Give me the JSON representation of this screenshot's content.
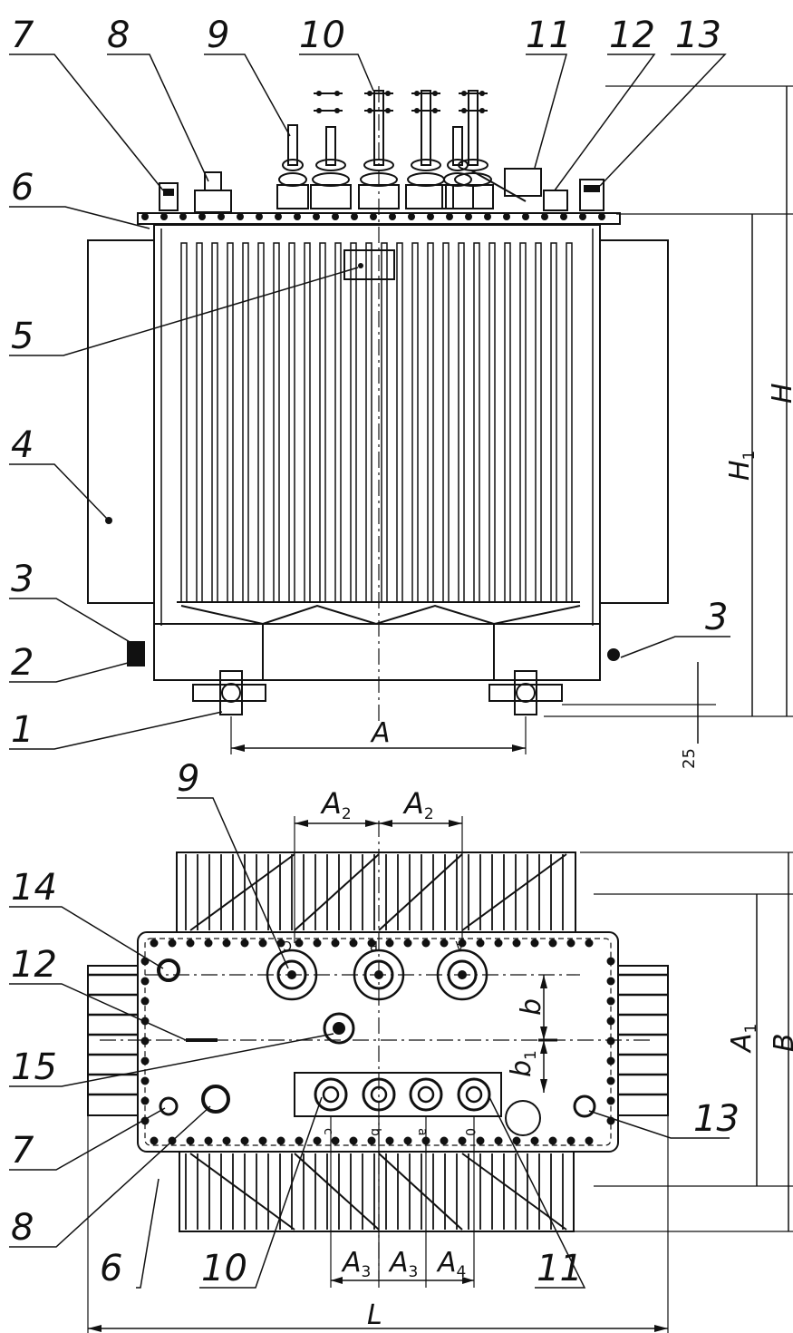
{
  "callouts_front": [
    "7",
    "8",
    "9",
    "10",
    "11",
    "12",
    "13",
    "6",
    "5",
    "4",
    "3",
    "2",
    "1",
    "3"
  ],
  "callouts_plan": [
    "9",
    "14",
    "12",
    "15",
    "7",
    "8",
    "6",
    "10",
    "11",
    "13"
  ],
  "dimensions": {
    "H": "H",
    "H1": "H",
    "H1_sub": "1",
    "A": "A",
    "offset": "25",
    "A2": "A",
    "A2_sub": "2",
    "A1": "A",
    "A1_sub": "1",
    "B": "B",
    "b": "b",
    "b1": "b",
    "b1_sub": "1",
    "A3": "A",
    "A3_sub": "3",
    "A4": "A",
    "A4_sub": "4",
    "L": "L"
  },
  "phase_letters": {
    "hv": [
      "C",
      "B",
      "A"
    ],
    "lv": [
      "c",
      "b",
      "a",
      "0"
    ]
  },
  "colors": {
    "ink": "#111111",
    "paper": "#ffffff"
  }
}
